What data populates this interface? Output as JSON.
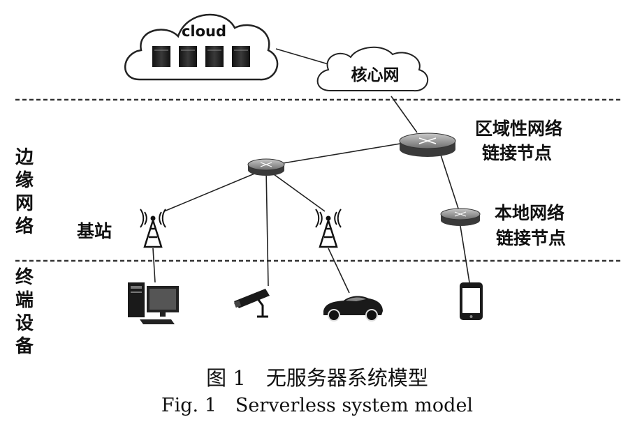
{
  "cloud": {
    "label": "cloud"
  },
  "core": {
    "label": "核心网"
  },
  "regional_node": {
    "line1": "区域性网络",
    "line2": "链接节点"
  },
  "local_node": {
    "line1": "本地网络",
    "line2": "链接节点"
  },
  "base_station": {
    "label": "基站"
  },
  "layers": {
    "edge": "边缘网络",
    "terminal": "终端设备"
  },
  "caption": {
    "zh": "图 1　无服务器系统模型",
    "en": "Fig. 1　Serverless system model"
  }
}
